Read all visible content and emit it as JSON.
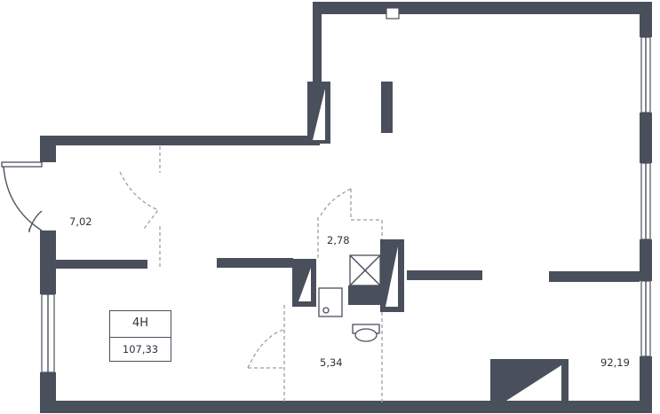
{
  "unit": {
    "id": "4Н",
    "area": "107,33"
  },
  "rooms": [
    {
      "key": "hall",
      "area": "7,02"
    },
    {
      "key": "wc",
      "area": "2,78"
    },
    {
      "key": "bath",
      "area": "5,34"
    },
    {
      "key": "main",
      "area": "92,19"
    }
  ],
  "colors": {
    "wall": "#4a4f5c",
    "dashed": "#9aa0a8",
    "background": "#ffffff"
  }
}
